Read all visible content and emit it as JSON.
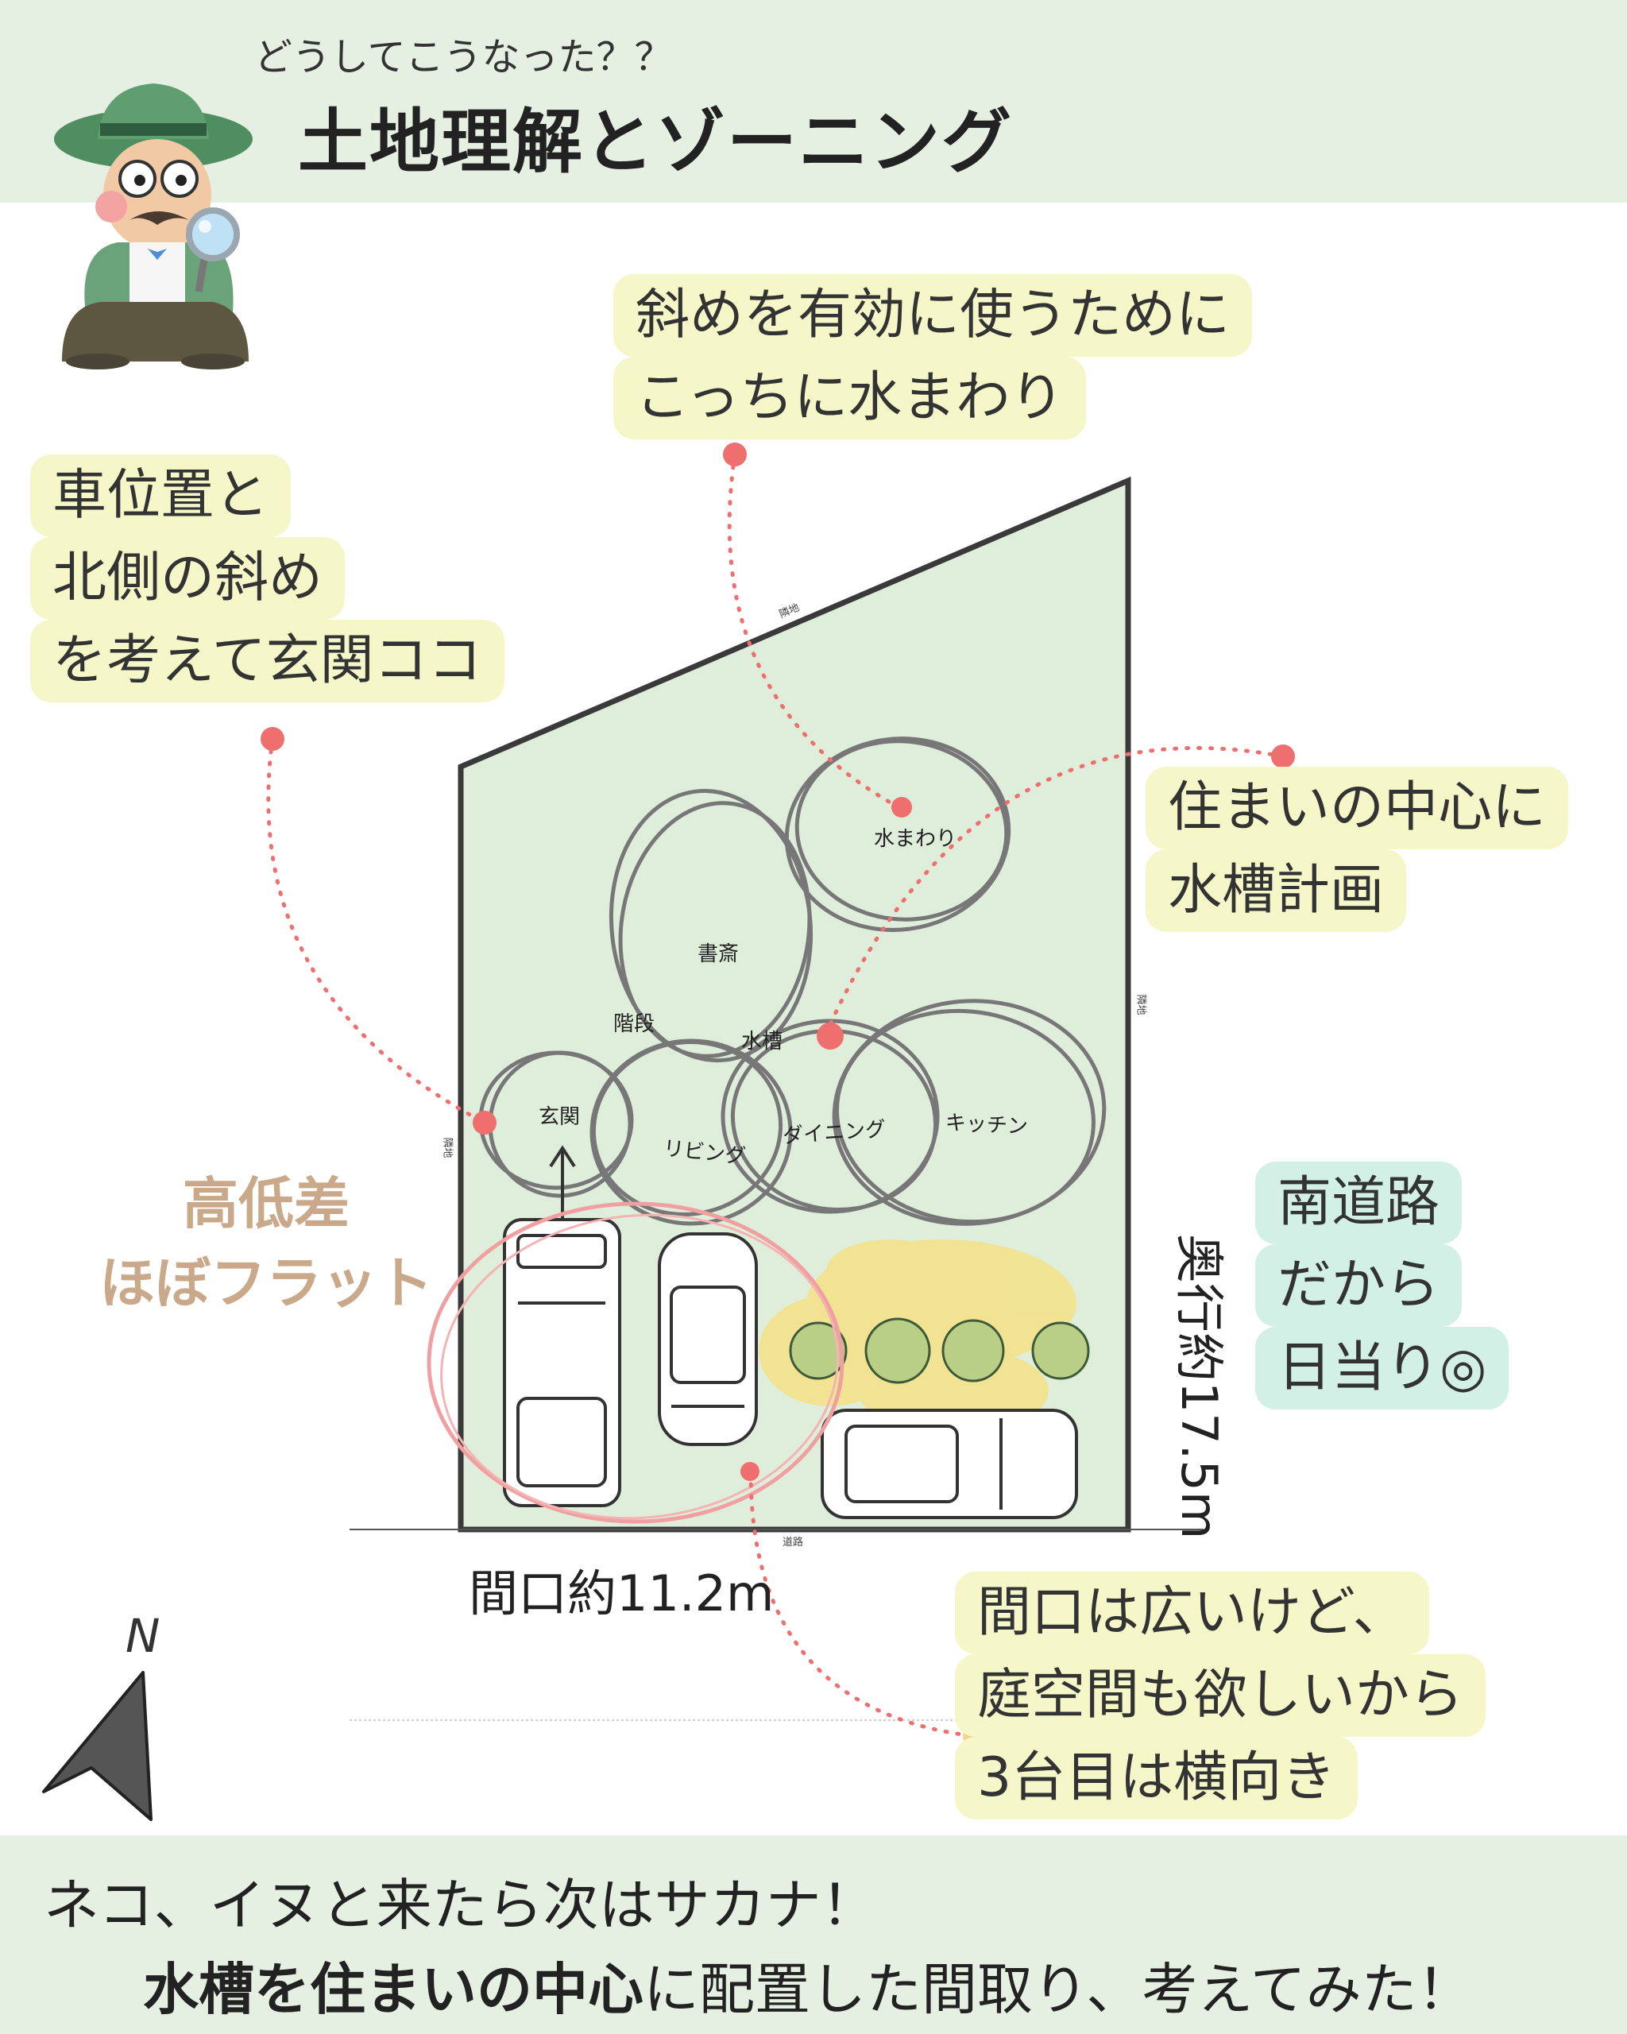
{
  "header": {
    "subtitle": "どうしてこうなった？？",
    "title": "土地理解とゾーニング"
  },
  "notes": {
    "water_area": [
      "斜めを有効に使うために",
      "こっちに水まわり"
    ],
    "entrance": [
      "車位置と",
      "北側の斜め",
      "を考えて玄関ココ"
    ],
    "tank": [
      "住まいの中心に",
      "水槽計画"
    ],
    "south_road": [
      "南道路",
      "だから",
      "日当り◎"
    ],
    "frontage": [
      "間口は広いけど、",
      "庭空間も欲しいから",
      "3台目は横向き"
    ]
  },
  "elevation": [
    "高低差",
    "ほぼフラット"
  ],
  "rooms": {
    "water": "水まわり",
    "study": "書斎",
    "stairs": "階段",
    "tank": "水槽",
    "entrance": "玄関",
    "living": "リビング",
    "dining": "ダイニング",
    "kitchen": "キッチン"
  },
  "site_labels": {
    "neighbor_top": "隣地",
    "neighbor_left": "隣地",
    "neighbor_right": "隣地",
    "road": "道路"
  },
  "dimensions": {
    "depth": "奥行約17.5m",
    "frontage": "間口約11.2m"
  },
  "compass": "N",
  "footer": {
    "line1": "ネコ、イヌと来たら次はサカナ！",
    "line2_bold": "水槽を住まいの中心",
    "line2_rest": "に配置した間取り、考えてみた！"
  },
  "colors": {
    "band": "#e6f0e2",
    "site_fill": "#dfeddb",
    "note_yellow": "#f6f7c8",
    "note_teal": "#d2f0e6",
    "pointer": "#ef6f6f",
    "elevation_text": "#c9a98a"
  }
}
